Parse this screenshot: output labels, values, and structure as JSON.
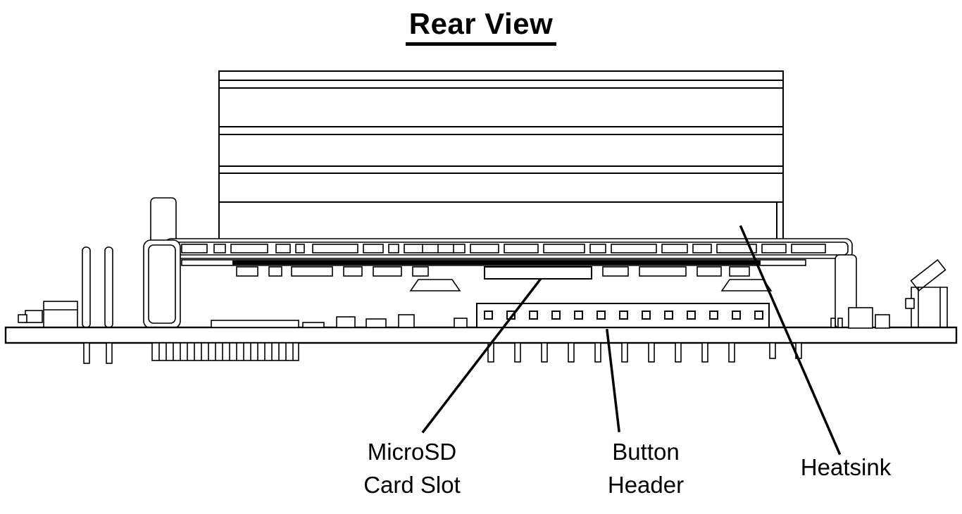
{
  "title": "Rear View",
  "labels": {
    "microsd": {
      "line1": "MicroSD",
      "line2": "Card Slot"
    },
    "button_header": {
      "line1": "Button",
      "line2": "Header"
    },
    "heatsink": {
      "line1": "Heatsink"
    }
  },
  "colors": {
    "line": "#000000",
    "background": "#ffffff"
  }
}
